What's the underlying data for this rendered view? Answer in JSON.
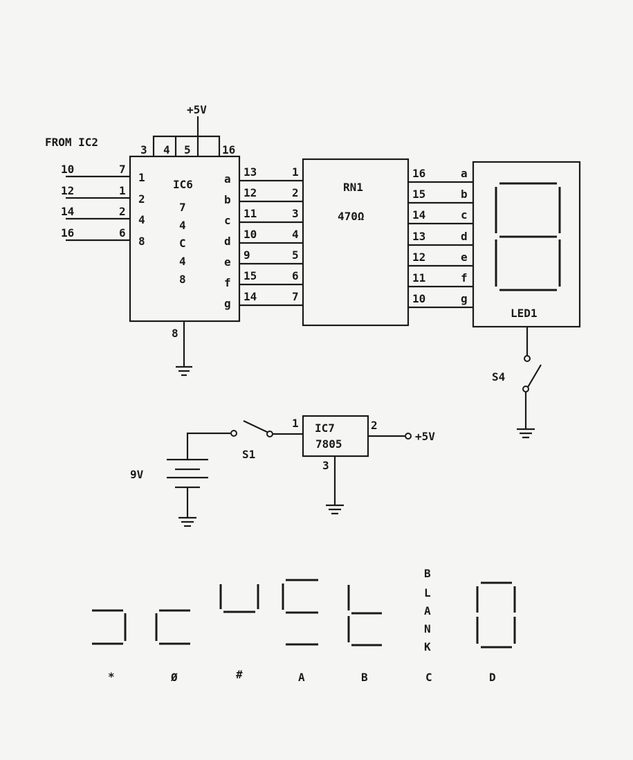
{
  "colors": {
    "ink": "#1a1a1a",
    "paper": "#f5f5f3"
  },
  "top_supply": "+5V",
  "from_label": "FROM IC2",
  "inputs": [
    {
      "left": "10",
      "right": "7",
      "pin": "1"
    },
    {
      "left": "12",
      "right": "1",
      "pin": "2"
    },
    {
      "left": "14",
      "right": "2",
      "pin": "4"
    },
    {
      "left": "16",
      "right": "6",
      "pin": "8"
    }
  ],
  "ic6": {
    "name": "IC6",
    "part": [
      "7",
      "4",
      "C",
      "4",
      "8"
    ],
    "top_pins": [
      "3",
      "4",
      "5",
      "16"
    ],
    "gnd_pin": "8",
    "outputs": [
      {
        "seg": "a",
        "pin": "13"
      },
      {
        "seg": "b",
        "pin": "12"
      },
      {
        "seg": "c",
        "pin": "11"
      },
      {
        "seg": "d",
        "pin": "10"
      },
      {
        "seg": "e",
        "pin": "9"
      },
      {
        "seg": "f",
        "pin": "15"
      },
      {
        "seg": "g",
        "pin": "14"
      }
    ]
  },
  "rn1": {
    "name": "RN1",
    "value": "470Ω",
    "in_pins": [
      "1",
      "2",
      "3",
      "4",
      "5",
      "6",
      "7"
    ],
    "out_pins": [
      "16",
      "15",
      "14",
      "13",
      "12",
      "11",
      "10"
    ]
  },
  "led1": {
    "name": "LED1",
    "segs": [
      "a",
      "b",
      "c",
      "d",
      "e",
      "f",
      "g"
    ]
  },
  "switch_s4": "S4",
  "supply": {
    "battery": "9V",
    "switch": "S1",
    "regulator": "IC7",
    "regulator_part": "7805",
    "pin_in": "1",
    "pin_out": "2",
    "pin_gnd": "3",
    "out": "+5V"
  },
  "codes": {
    "labels": [
      "*",
      "Ø",
      "#",
      "A",
      "B",
      "C",
      "D"
    ],
    "blank": [
      "B",
      "L",
      "A",
      "N",
      "K"
    ]
  }
}
